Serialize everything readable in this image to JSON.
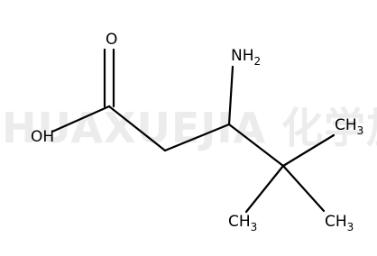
{
  "watermark": {
    "text": "HUAXUEJIA 化学加"
  },
  "atoms": {
    "oxygen": {
      "label": "O"
    },
    "hydroxyl": {
      "label": "OH"
    },
    "amine": {
      "main": "NH",
      "sub": "2"
    },
    "methyl_right": {
      "main": "CH",
      "sub": "3"
    },
    "methyl_bottom_left": {
      "main": "CH",
      "sub": "3"
    },
    "methyl_bottom_right": {
      "main": "CH",
      "sub": "3"
    }
  }
}
